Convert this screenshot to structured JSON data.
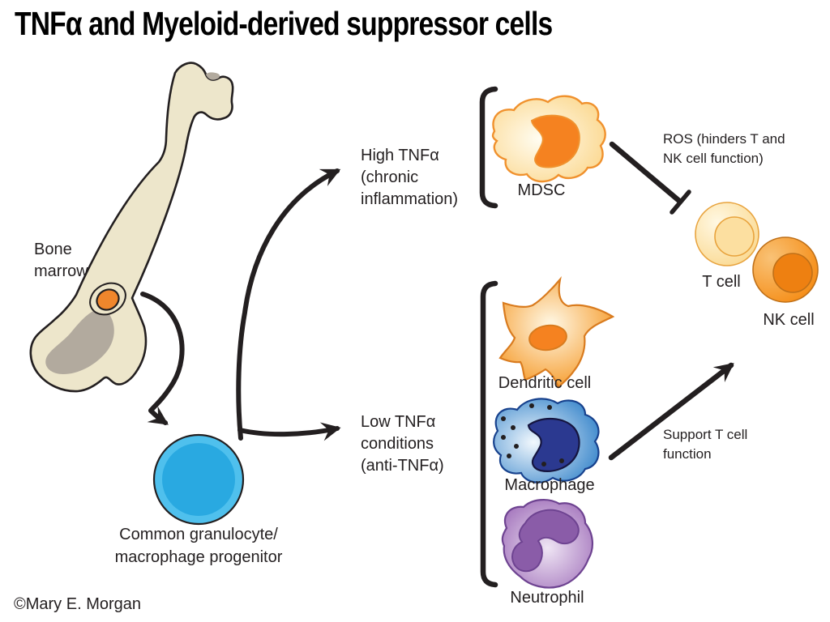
{
  "title": "TNFα and Myeloid-derived suppressor cells",
  "copyright": "©Mary E. Morgan",
  "labels": {
    "bone_marrow": {
      "line1": "Bone",
      "line2": "marrow"
    },
    "progenitor": {
      "line1": "Common granulocyte/",
      "line2": "macrophage progenitor"
    },
    "high_tnfa": {
      "line1": "High TNFα",
      "line2": "(chronic",
      "line3": "inflammation)"
    },
    "low_tnfa": {
      "line1": "Low TNFα",
      "line2": "conditions",
      "line3": "(anti-TNFα)"
    },
    "ros": {
      "line1": "ROS (hinders T and",
      "line2": "NK cell function)"
    },
    "support": {
      "line1": "Support T cell",
      "line2": "function"
    },
    "mdsc": "MDSC",
    "t_cell": "T cell",
    "nk_cell": "NK cell",
    "dendritic": "Dendritic cell",
    "macrophage": "Macrophage",
    "neutrophil": "Neutrophil"
  },
  "colors": {
    "ink": "#231F20",
    "bone_cream": "#EDE6CB",
    "bone_gray": "#B2AA9E",
    "marrow_orange": "#F0862C",
    "progenitor_blue": "#29A9E1",
    "progenitor_blue_light": "#4FC0ED",
    "mdsc_body_edge": "#FBD383",
    "mdsc_nucleus": "#F58220",
    "orange_outline": "#F0912D",
    "dendritic_edge": "#F5951F",
    "dendritic_outline": "#D97B1E",
    "macrophage_edge": "#2F80C8",
    "macrophage_nucleus": "#2B3990",
    "macrophage_outline": "#17418D",
    "neutrophil_edge": "#9B68B6",
    "neutrophil_nucleus": "#8A5CA8",
    "neutrophil_outline": "#6E4391",
    "tcell_edge": "#FAD88E",
    "tcell_inner": "#FCDFA0",
    "tcell_outline": "#E8A33D",
    "nk_edge": "#F58B13",
    "nk_inner": "#EE8011",
    "nk_outline": "#BF7018"
  }
}
